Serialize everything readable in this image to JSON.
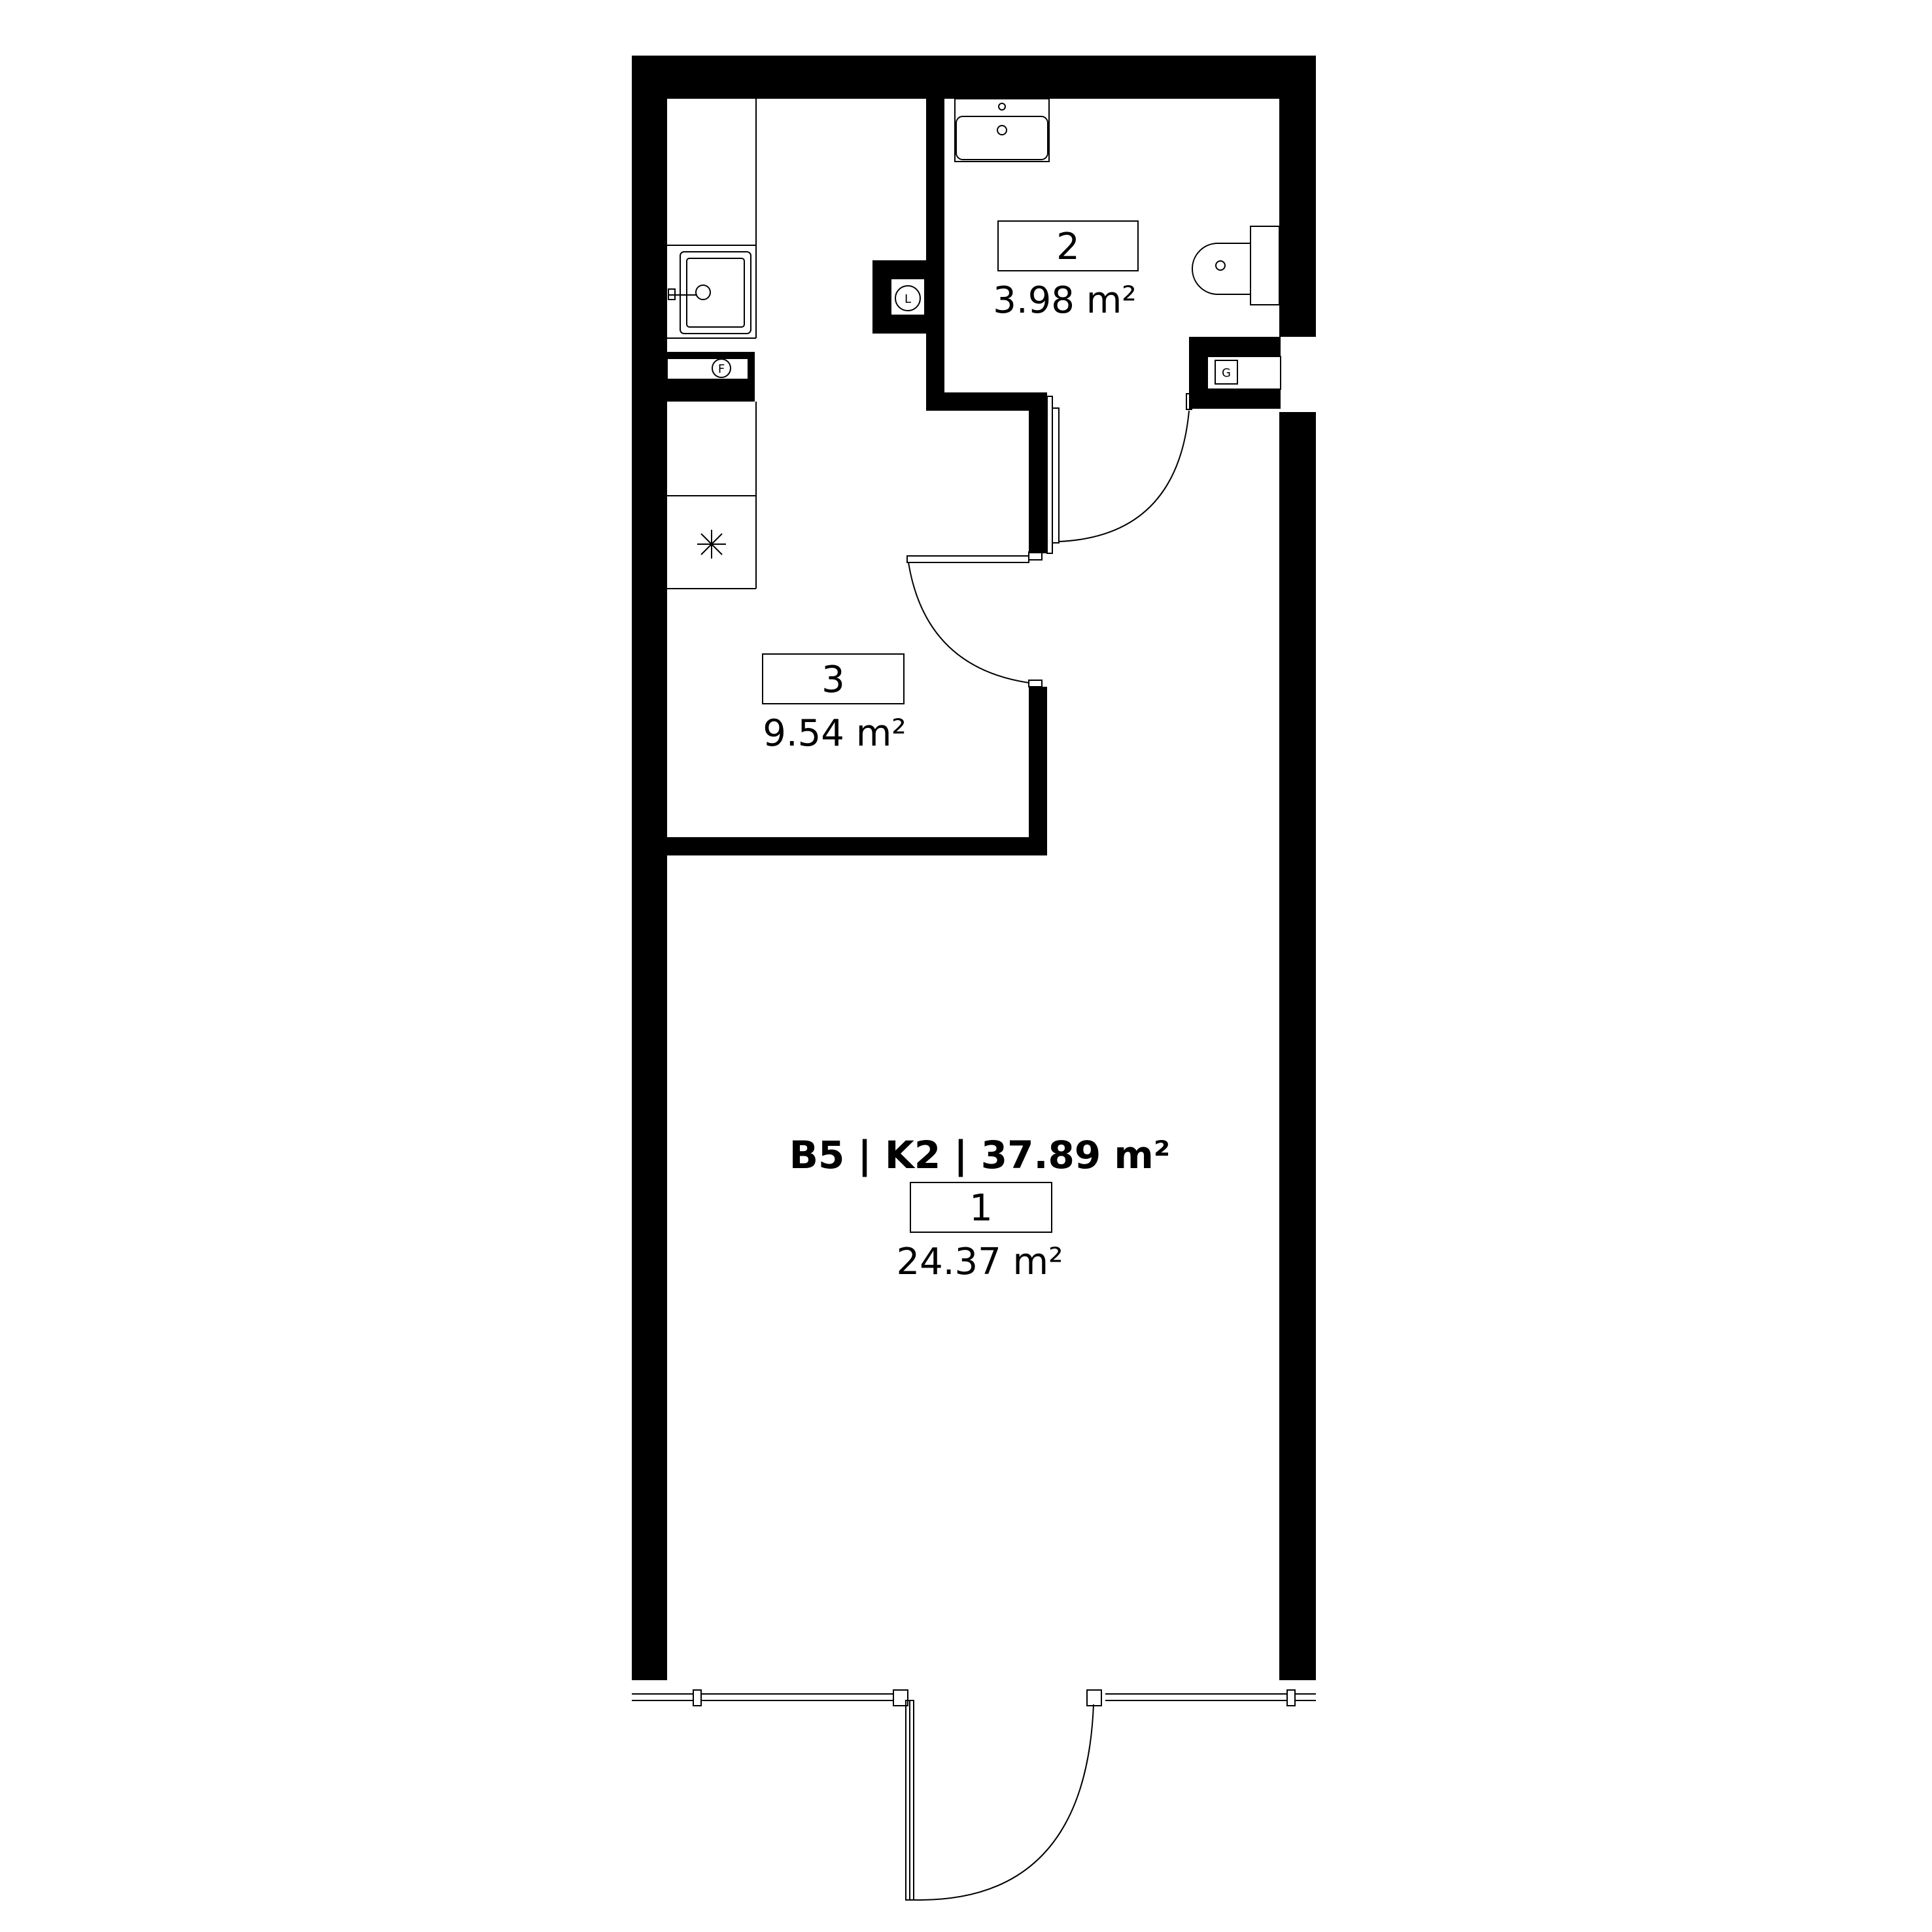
{
  "plan": {
    "title": "B5 | K2 | 37.89 m²",
    "rooms": [
      {
        "number": "1",
        "area": "24.37 m²"
      },
      {
        "number": "2",
        "area": "3.98 m²"
      },
      {
        "number": "3",
        "area": "9.54 m²"
      }
    ],
    "symbols": {
      "shaft_l": "L",
      "shaft_f": "F",
      "shaft_g": "G"
    },
    "colors": {
      "wall": "#000000",
      "background": "#ffffff"
    },
    "icons": [
      "sink-icon",
      "washbasin-icon",
      "toilet-icon",
      "stove-icon",
      "door-swing-icon"
    ]
  }
}
